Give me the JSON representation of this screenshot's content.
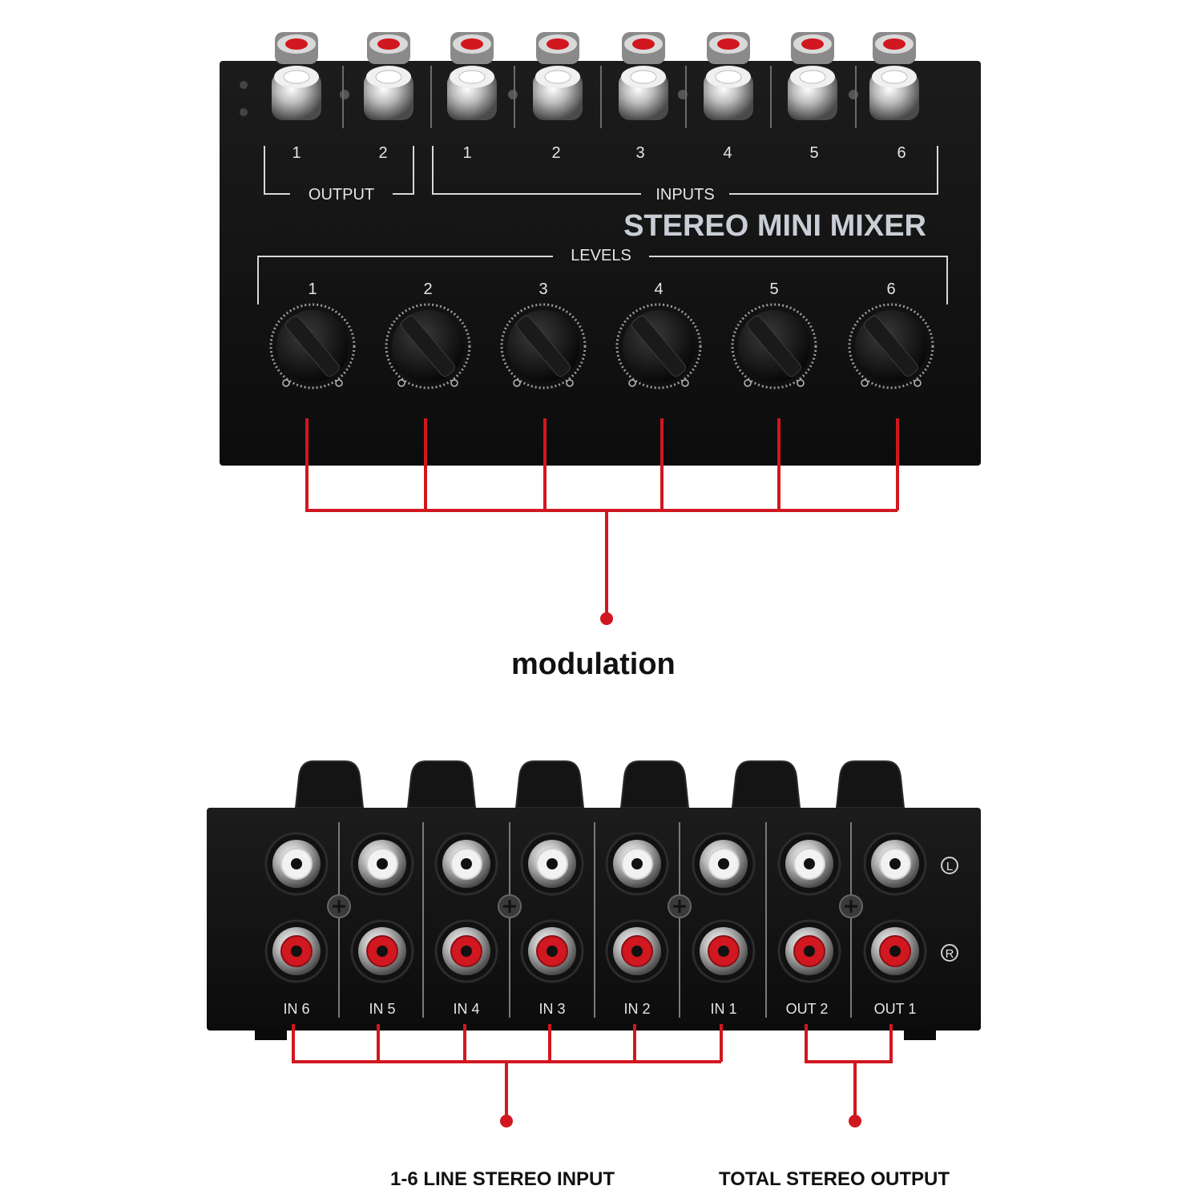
{
  "front_panel": {
    "output_numbers": [
      "1",
      "2"
    ],
    "output_label": "OUTPUT",
    "input_numbers": [
      "1",
      "2",
      "3",
      "4",
      "5",
      "6"
    ],
    "inputs_label": "INPUTS",
    "title": "STEREO MINI MIXER",
    "levels_label": "LEVELS",
    "knob_numbers": [
      "1",
      "2",
      "3",
      "4",
      "5",
      "6"
    ]
  },
  "rear_panel": {
    "left_mark": "L",
    "right_mark": "R",
    "port_labels": [
      "IN 6",
      "IN 5",
      "IN 4",
      "IN 3",
      "IN 2",
      "IN 1",
      "OUT 2",
      "OUT 1"
    ]
  },
  "callouts": {
    "modulation": "modulation",
    "inputs": "1-6 LINE STEREO INPUT",
    "outputs": "TOTAL STEREO OUTPUT"
  },
  "colors": {
    "body": "#131313",
    "accent_red": "#d1171f",
    "silkscreen": "#e6e6e6"
  }
}
